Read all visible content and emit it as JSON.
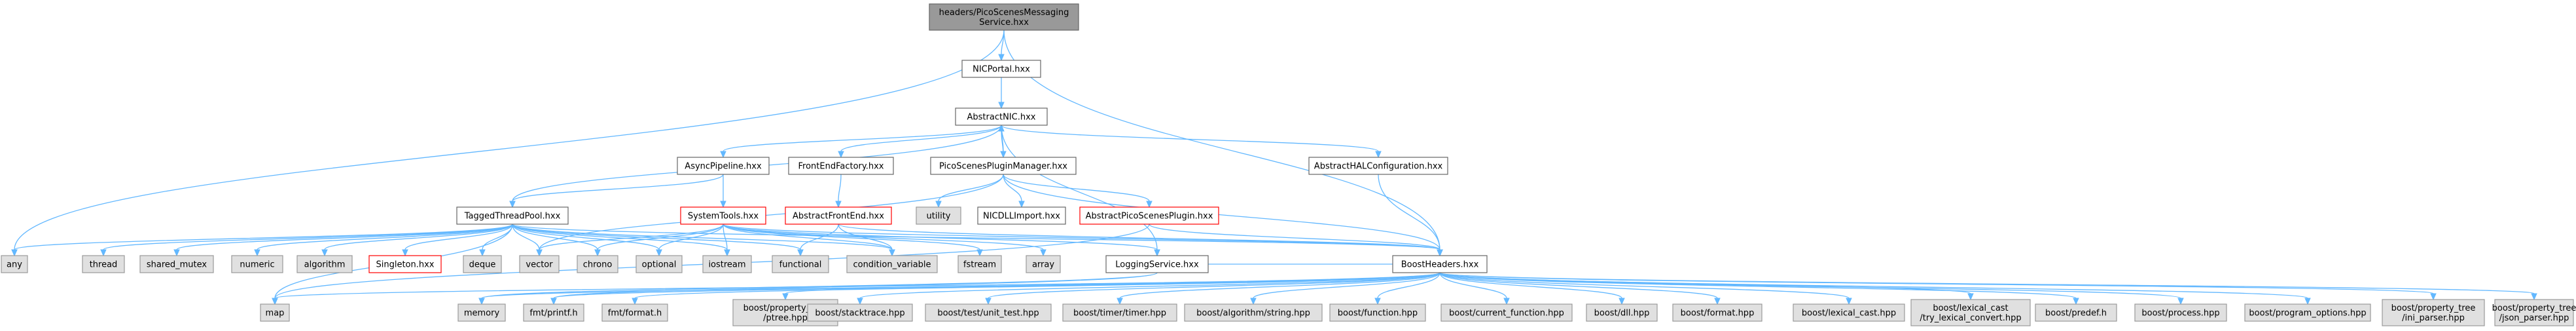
{
  "colors": {
    "edge": "#63b8ff",
    "root_fill": "#999999",
    "root_stroke": "#666666",
    "header_fill": "#ffffff",
    "header_stroke": "#666666",
    "external_fill": "#e0e0e0",
    "external_stroke": "#999999",
    "incomplete_stroke": "#ff0000"
  },
  "nodes": [
    {
      "id": "root",
      "lines": [
        "headers/PicoScenesMessaging",
        "Service.hxx"
      ],
      "kind": "root"
    },
    {
      "id": "nicportal",
      "lines": [
        "NICPortal.hxx"
      ],
      "kind": "header"
    },
    {
      "id": "abstractnic",
      "lines": [
        "AbstractNIC.hxx"
      ],
      "kind": "header"
    },
    {
      "id": "asyncpipeline",
      "lines": [
        "AsyncPipeline.hxx"
      ],
      "kind": "header"
    },
    {
      "id": "frontendfactory",
      "lines": [
        "FrontEndFactory.hxx"
      ],
      "kind": "header"
    },
    {
      "id": "pluginmanager",
      "lines": [
        "PicoScenesPluginManager.hxx"
      ],
      "kind": "header"
    },
    {
      "id": "halconfig",
      "lines": [
        "AbstractHALConfiguration.hxx"
      ],
      "kind": "header"
    },
    {
      "id": "taggedthreadpool",
      "lines": [
        "TaggedThreadPool.hxx"
      ],
      "kind": "header"
    },
    {
      "id": "systemtools",
      "lines": [
        "SystemTools.hxx"
      ],
      "kind": "incomplete"
    },
    {
      "id": "abstractfrontend",
      "lines": [
        "AbstractFrontEnd.hxx"
      ],
      "kind": "incomplete"
    },
    {
      "id": "utility",
      "lines": [
        "utility"
      ],
      "kind": "external"
    },
    {
      "id": "nicdllimport",
      "lines": [
        "NICDLLImport.hxx"
      ],
      "kind": "header"
    },
    {
      "id": "abstractplugin",
      "lines": [
        "AbstractPicoScenesPlugin.hxx"
      ],
      "kind": "incomplete"
    },
    {
      "id": "any",
      "lines": [
        "any"
      ],
      "kind": "external"
    },
    {
      "id": "thread",
      "lines": [
        "thread"
      ],
      "kind": "external"
    },
    {
      "id": "shared_mutex",
      "lines": [
        "shared_mutex"
      ],
      "kind": "external"
    },
    {
      "id": "numeric",
      "lines": [
        "numeric"
      ],
      "kind": "external"
    },
    {
      "id": "algorithm",
      "lines": [
        "algorithm"
      ],
      "kind": "external"
    },
    {
      "id": "singleton",
      "lines": [
        "Singleton.hxx"
      ],
      "kind": "incomplete"
    },
    {
      "id": "deque",
      "lines": [
        "deque"
      ],
      "kind": "external"
    },
    {
      "id": "vector",
      "lines": [
        "vector"
      ],
      "kind": "external"
    },
    {
      "id": "chrono",
      "lines": [
        "chrono"
      ],
      "kind": "external"
    },
    {
      "id": "optional",
      "lines": [
        "optional"
      ],
      "kind": "external"
    },
    {
      "id": "iostream",
      "lines": [
        "iostream"
      ],
      "kind": "external"
    },
    {
      "id": "functional",
      "lines": [
        "functional"
      ],
      "kind": "external"
    },
    {
      "id": "condition_variable",
      "lines": [
        "condition_variable"
      ],
      "kind": "external"
    },
    {
      "id": "fstream",
      "lines": [
        "fstream"
      ],
      "kind": "external"
    },
    {
      "id": "array",
      "lines": [
        "array"
      ],
      "kind": "external"
    },
    {
      "id": "loggingservice",
      "lines": [
        "LoggingService.hxx"
      ],
      "kind": "header"
    },
    {
      "id": "boostheaders",
      "lines": [
        "BoostHeaders.hxx"
      ],
      "kind": "header"
    },
    {
      "id": "map",
      "lines": [
        "map"
      ],
      "kind": "external"
    },
    {
      "id": "memory",
      "lines": [
        "memory"
      ],
      "kind": "external"
    },
    {
      "id": "fmtprintf",
      "lines": [
        "fmt/printf.h"
      ],
      "kind": "external"
    },
    {
      "id": "fmtformat",
      "lines": [
        "fmt/format.h"
      ],
      "kind": "external"
    },
    {
      "id": "bptree",
      "lines": [
        "boost/property_tree",
        "/ptree.hpp"
      ],
      "kind": "external"
    },
    {
      "id": "bstacktrace",
      "lines": [
        "boost/stacktrace.hpp"
      ],
      "kind": "external"
    },
    {
      "id": "bunittest",
      "lines": [
        "boost/test/unit_test.hpp"
      ],
      "kind": "external"
    },
    {
      "id": "btimer",
      "lines": [
        "boost/timer/timer.hpp"
      ],
      "kind": "external"
    },
    {
      "id": "bstring",
      "lines": [
        "boost/algorithm/string.hpp"
      ],
      "kind": "external"
    },
    {
      "id": "bfunction",
      "lines": [
        "boost/function.hpp"
      ],
      "kind": "external"
    },
    {
      "id": "bcurfunc",
      "lines": [
        "boost/current_function.hpp"
      ],
      "kind": "external"
    },
    {
      "id": "bdll",
      "lines": [
        "boost/dll.hpp"
      ],
      "kind": "external"
    },
    {
      "id": "bformat",
      "lines": [
        "boost/format.hpp"
      ],
      "kind": "external"
    },
    {
      "id": "blexcast",
      "lines": [
        "boost/lexical_cast.hpp"
      ],
      "kind": "external"
    },
    {
      "id": "btrylex",
      "lines": [
        "boost/lexical_cast",
        "/try_lexical_convert.hpp"
      ],
      "kind": "external"
    },
    {
      "id": "bpredef",
      "lines": [
        "boost/predef.h"
      ],
      "kind": "external"
    },
    {
      "id": "bprocess",
      "lines": [
        "boost/process.hpp"
      ],
      "kind": "external"
    },
    {
      "id": "bprogopt",
      "lines": [
        "boost/program_options.hpp"
      ],
      "kind": "external"
    },
    {
      "id": "bini",
      "lines": [
        "boost/property_tree",
        "/ini_parser.hpp"
      ],
      "kind": "external"
    },
    {
      "id": "bjson",
      "lines": [
        "boost/property_tree",
        "/json_parser.hpp"
      ],
      "kind": "external"
    }
  ],
  "edges": [
    [
      "root",
      "nicportal"
    ],
    [
      "root",
      "any"
    ],
    [
      "root",
      "boostheaders"
    ],
    [
      "nicportal",
      "abstractnic"
    ],
    [
      "abstractnic",
      "asyncpipeline"
    ],
    [
      "abstractnic",
      "frontendfactory"
    ],
    [
      "abstractnic",
      "pluginmanager"
    ],
    [
      "abstractnic",
      "halconfig"
    ],
    [
      "abstractnic",
      "taggedthreadpool"
    ],
    [
      "abstractnic",
      "loggingservice"
    ],
    [
      "asyncpipeline",
      "taggedthreadpool"
    ],
    [
      "asyncpipeline",
      "systemtools"
    ],
    [
      "frontendfactory",
      "abstractfrontend"
    ],
    [
      "pluginmanager",
      "abstractnic"
    ],
    [
      "pluginmanager",
      "utility"
    ],
    [
      "pluginmanager",
      "nicdllimport"
    ],
    [
      "pluginmanager",
      "abstractplugin"
    ],
    [
      "pluginmanager",
      "boostheaders"
    ],
    [
      "pluginmanager",
      "vector"
    ],
    [
      "halconfig",
      "boostheaders"
    ],
    [
      "abstractfrontend",
      "functional"
    ],
    [
      "abstractfrontend",
      "condition_variable"
    ],
    [
      "abstractfrontend",
      "boostheaders"
    ],
    [
      "abstractplugin",
      "boostheaders"
    ],
    [
      "abstractplugin",
      "map"
    ],
    [
      "taggedthreadpool",
      "any"
    ],
    [
      "taggedthreadpool",
      "thread"
    ],
    [
      "taggedthreadpool",
      "shared_mutex"
    ],
    [
      "taggedthreadpool",
      "numeric"
    ],
    [
      "taggedthreadpool",
      "algorithm"
    ],
    [
      "taggedthreadpool",
      "singleton"
    ],
    [
      "taggedthreadpool",
      "deque"
    ],
    [
      "taggedthreadpool",
      "vector"
    ],
    [
      "taggedthreadpool",
      "chrono"
    ],
    [
      "taggedthreadpool",
      "optional"
    ],
    [
      "taggedthreadpool",
      "iostream"
    ],
    [
      "taggedthreadpool",
      "functional"
    ],
    [
      "taggedthreadpool",
      "condition_variable"
    ],
    [
      "taggedthreadpool",
      "boostheaders"
    ],
    [
      "taggedthreadpool",
      "map"
    ],
    [
      "systemtools",
      "vector"
    ],
    [
      "systemtools",
      "chrono"
    ],
    [
      "systemtools",
      "optional"
    ],
    [
      "systemtools",
      "iostream"
    ],
    [
      "systemtools",
      "condition_variable"
    ],
    [
      "systemtools",
      "fstream"
    ],
    [
      "systemtools",
      "array"
    ],
    [
      "systemtools",
      "loggingservice"
    ],
    [
      "systemtools",
      "boostheaders"
    ],
    [
      "loggingservice",
      "memory"
    ],
    [
      "loggingservice",
      "fmtprintf"
    ],
    [
      "loggingservice",
      "boostheaders"
    ],
    [
      "boostheaders",
      "map"
    ],
    [
      "boostheaders",
      "memory"
    ],
    [
      "boostheaders",
      "fmtprintf"
    ],
    [
      "boostheaders",
      "fmtformat"
    ],
    [
      "boostheaders",
      "bptree"
    ],
    [
      "boostheaders",
      "bstacktrace"
    ],
    [
      "boostheaders",
      "bunittest"
    ],
    [
      "boostheaders",
      "btimer"
    ],
    [
      "boostheaders",
      "bstring"
    ],
    [
      "boostheaders",
      "bfunction"
    ],
    [
      "boostheaders",
      "bcurfunc"
    ],
    [
      "boostheaders",
      "bdll"
    ],
    [
      "boostheaders",
      "bformat"
    ],
    [
      "boostheaders",
      "blexcast"
    ],
    [
      "boostheaders",
      "btrylex"
    ],
    [
      "boostheaders",
      "bpredef"
    ],
    [
      "boostheaders",
      "bprocess"
    ],
    [
      "boostheaders",
      "bprogopt"
    ],
    [
      "boostheaders",
      "bini"
    ],
    [
      "boostheaders",
      "bjson"
    ]
  ]
}
